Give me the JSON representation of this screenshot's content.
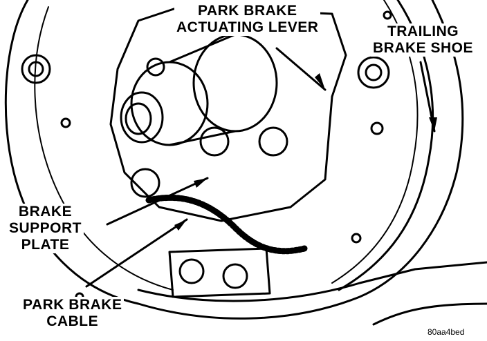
{
  "labels": {
    "park_brake_lever": [
      "PARK BRAKE",
      "ACTUATING LEVER"
    ],
    "trailing_brake_shoe": [
      "TRAILING",
      "BRAKE SHOE"
    ],
    "brake_support_plate": [
      "BRAKE",
      "SUPPORT",
      "PLATE"
    ],
    "park_brake_cable": [
      "PARK BRAKE",
      "CABLE"
    ]
  },
  "figure_id": "80aa4bed"
}
